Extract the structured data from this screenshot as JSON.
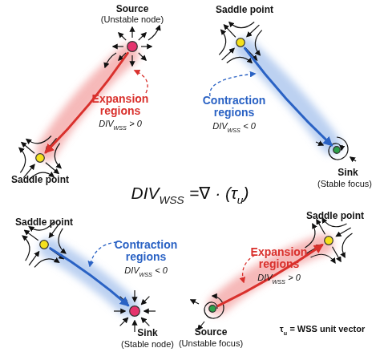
{
  "diagram": {
    "nodes": [
      {
        "text": [
          "Source",
          "(Unstable node)"
        ]
      },
      {
        "text": [
          "Saddle point"
        ]
      },
      {
        "text": [
          "Saddle point"
        ]
      },
      {
        "text": [
          "Sink",
          "(Stable focus)"
        ]
      },
      {
        "text": [
          "Saddle point"
        ]
      },
      {
        "text": [
          "Saddle point"
        ]
      },
      {
        "text": [
          "Sink",
          "(Stable node)"
        ]
      },
      {
        "text": [
          "Source",
          "(Unstable focus)"
        ]
      }
    ],
    "edges": [
      {
        "from": 0,
        "to": 2,
        "arrow": "to"
      },
      {
        "from": 1,
        "to": 3,
        "arrow": "to"
      },
      {
        "from": 4,
        "to": 6,
        "arrow": "to"
      },
      {
        "from": 7,
        "to": 5,
        "arrow": "to"
      }
    ],
    "labels": [
      "Expansion regions",
      "DIV",
      "WSS",
      "> 0",
      "Contraction regions",
      "DIV",
      "WSS",
      "< 0",
      "DIV",
      "WSS",
      "=∇ · (",
      "τ",
      "u",
      ")",
      "Contraction regions",
      "DIV",
      "WSS",
      "< 0",
      "Expansion regions",
      "DIV",
      "WSS",
      "> 0",
      "τ",
      "u",
      "= WSS unit vector"
    ]
  }
}
